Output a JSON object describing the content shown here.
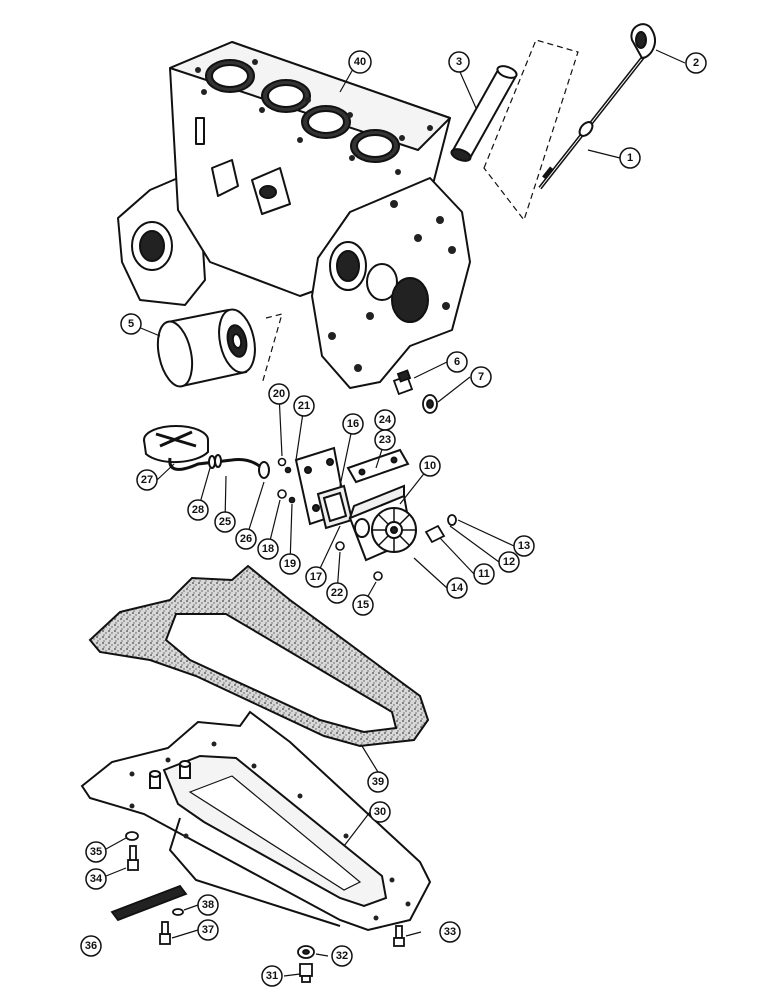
{
  "diagram": {
    "callouts": [
      {
        "id": "c1",
        "label": "1"
      },
      {
        "id": "c2",
        "label": "2"
      },
      {
        "id": "c3",
        "label": "3"
      },
      {
        "id": "c40",
        "label": "40"
      },
      {
        "id": "c5",
        "label": "5"
      },
      {
        "id": "c6",
        "label": "6"
      },
      {
        "id": "c7",
        "label": "7"
      },
      {
        "id": "c20",
        "label": "20"
      },
      {
        "id": "c21",
        "label": "21"
      },
      {
        "id": "c16",
        "label": "16"
      },
      {
        "id": "c24",
        "label": "24"
      },
      {
        "id": "c23",
        "label": "23"
      },
      {
        "id": "c10",
        "label": "10"
      },
      {
        "id": "c27",
        "label": "27"
      },
      {
        "id": "c28",
        "label": "28"
      },
      {
        "id": "c25",
        "label": "25"
      },
      {
        "id": "c26",
        "label": "26"
      },
      {
        "id": "c18",
        "label": "18"
      },
      {
        "id": "c19",
        "label": "19"
      },
      {
        "id": "c17",
        "label": "17"
      },
      {
        "id": "c22",
        "label": "22"
      },
      {
        "id": "c15",
        "label": "15"
      },
      {
        "id": "c14",
        "label": "14"
      },
      {
        "id": "c11",
        "label": "11"
      },
      {
        "id": "c12",
        "label": "12"
      },
      {
        "id": "c13",
        "label": "13"
      },
      {
        "id": "c39",
        "label": "39"
      },
      {
        "id": "c30",
        "label": "30"
      },
      {
        "id": "c35",
        "label": "35"
      },
      {
        "id": "c34",
        "label": "34"
      },
      {
        "id": "c38",
        "label": "38"
      },
      {
        "id": "c37",
        "label": "37"
      },
      {
        "id": "c36",
        "label": "36"
      },
      {
        "id": "c33",
        "label": "33"
      },
      {
        "id": "c32",
        "label": "32"
      },
      {
        "id": "c31",
        "label": "31"
      }
    ]
  }
}
